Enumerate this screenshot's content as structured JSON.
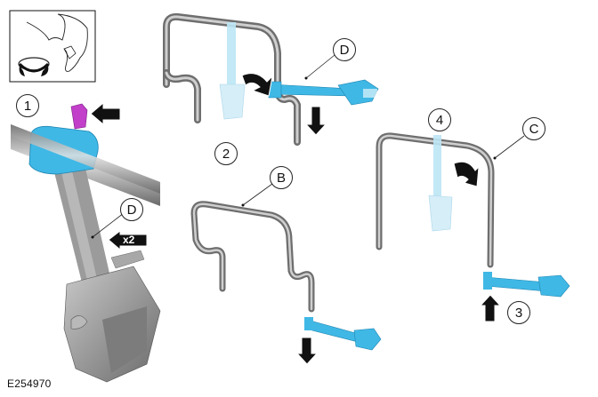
{
  "figure": {
    "id_label": "E254970",
    "colors": {
      "background": "#ffffff",
      "tube": "#8c8c8c",
      "tube_dark": "#555555",
      "bracket_blue": "#3fb8e6",
      "bracket_blue_ghost": "#bde6f5",
      "release_tab": "#c13fc9",
      "arrow": "#111111",
      "housing": "#9a9a9a"
    }
  },
  "callouts": {
    "step1": "1",
    "step2": "2",
    "step3": "3",
    "step4": "4",
    "part_b": "B",
    "part_c": "C",
    "part_d_top": "D",
    "part_d_left": "D"
  },
  "annotations": {
    "quantity": "x2"
  },
  "inset": {
    "icon": "hand-rotate-icon",
    "meaning": "rotate by hand"
  }
}
